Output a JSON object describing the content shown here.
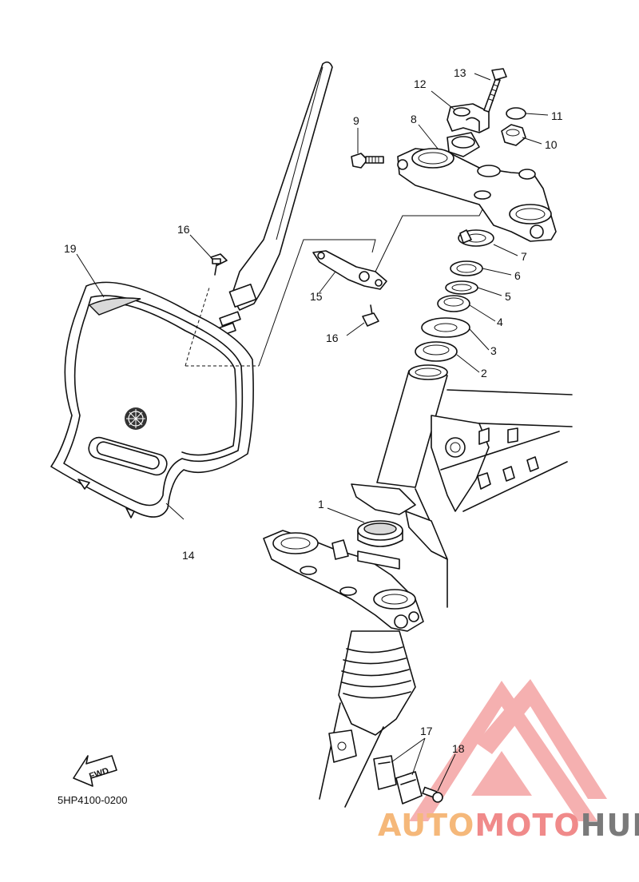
{
  "diagram": {
    "callouts": [
      {
        "id": "1",
        "text": "1"
      },
      {
        "id": "2",
        "text": "2"
      },
      {
        "id": "3",
        "text": "3"
      },
      {
        "id": "4",
        "text": "4"
      },
      {
        "id": "5",
        "text": "5"
      },
      {
        "id": "6",
        "text": "6"
      },
      {
        "id": "7",
        "text": "7"
      },
      {
        "id": "8",
        "text": "8"
      },
      {
        "id": "9",
        "text": "9"
      },
      {
        "id": "10",
        "text": "10"
      },
      {
        "id": "11",
        "text": "11"
      },
      {
        "id": "12",
        "text": "12"
      },
      {
        "id": "13",
        "text": "13"
      },
      {
        "id": "14",
        "text": "14"
      },
      {
        "id": "15",
        "text": "15"
      },
      {
        "id": "16a",
        "text": "16"
      },
      {
        "id": "16b",
        "text": "16"
      },
      {
        "id": "17",
        "text": "17"
      },
      {
        "id": "18",
        "text": "18"
      },
      {
        "id": "19",
        "text": "19"
      }
    ],
    "fwd_label": "FWD",
    "diagram_code": "5HP4100-0200"
  },
  "watermark": {
    "part1": "AUTO",
    "part2": "MOTO",
    "part3": "HUB",
    "colors": {
      "auto": "#f5b87a",
      "moto": "#f08a8a",
      "hub": "#7a7a7a",
      "logo": "#f4a3a3"
    }
  }
}
